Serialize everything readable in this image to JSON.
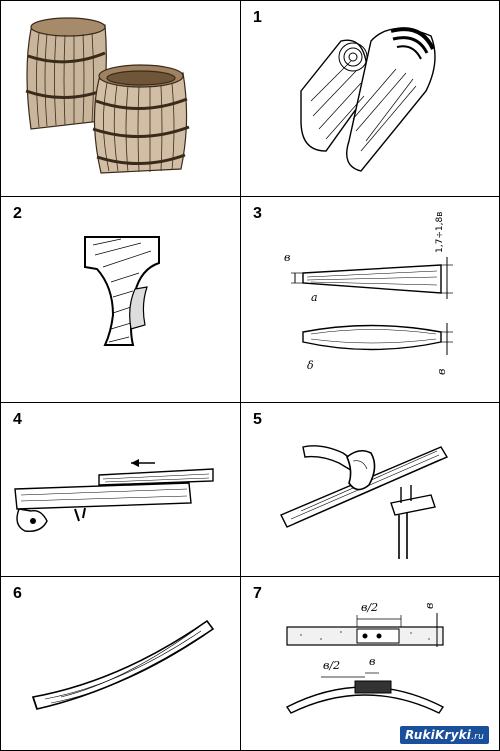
{
  "panels": [
    {
      "number": "",
      "subject": "barrels"
    },
    {
      "number": "1",
      "subject": "log-split"
    },
    {
      "number": "2",
      "subject": "stave-shape"
    },
    {
      "number": "3",
      "subject": "stave-dimensions"
    },
    {
      "number": "4",
      "subject": "planing"
    },
    {
      "number": "5",
      "subject": "drawknife"
    },
    {
      "number": "6",
      "subject": "curved-stave"
    },
    {
      "number": "7",
      "subject": "stave-bending"
    }
  ],
  "panel3": {
    "label_b_top": "в",
    "label_a": "а",
    "label_ratio": "1,7÷1,8в",
    "label_delta": "δ",
    "label_b_bottom": "в"
  },
  "panel7": {
    "label_b2_top": "в/2",
    "label_b_right": "в",
    "label_b2_bottom": "в/2",
    "label_b_bottom": "в"
  },
  "watermark": {
    "brand": "RukiKryki",
    "domain": ".ru"
  }
}
